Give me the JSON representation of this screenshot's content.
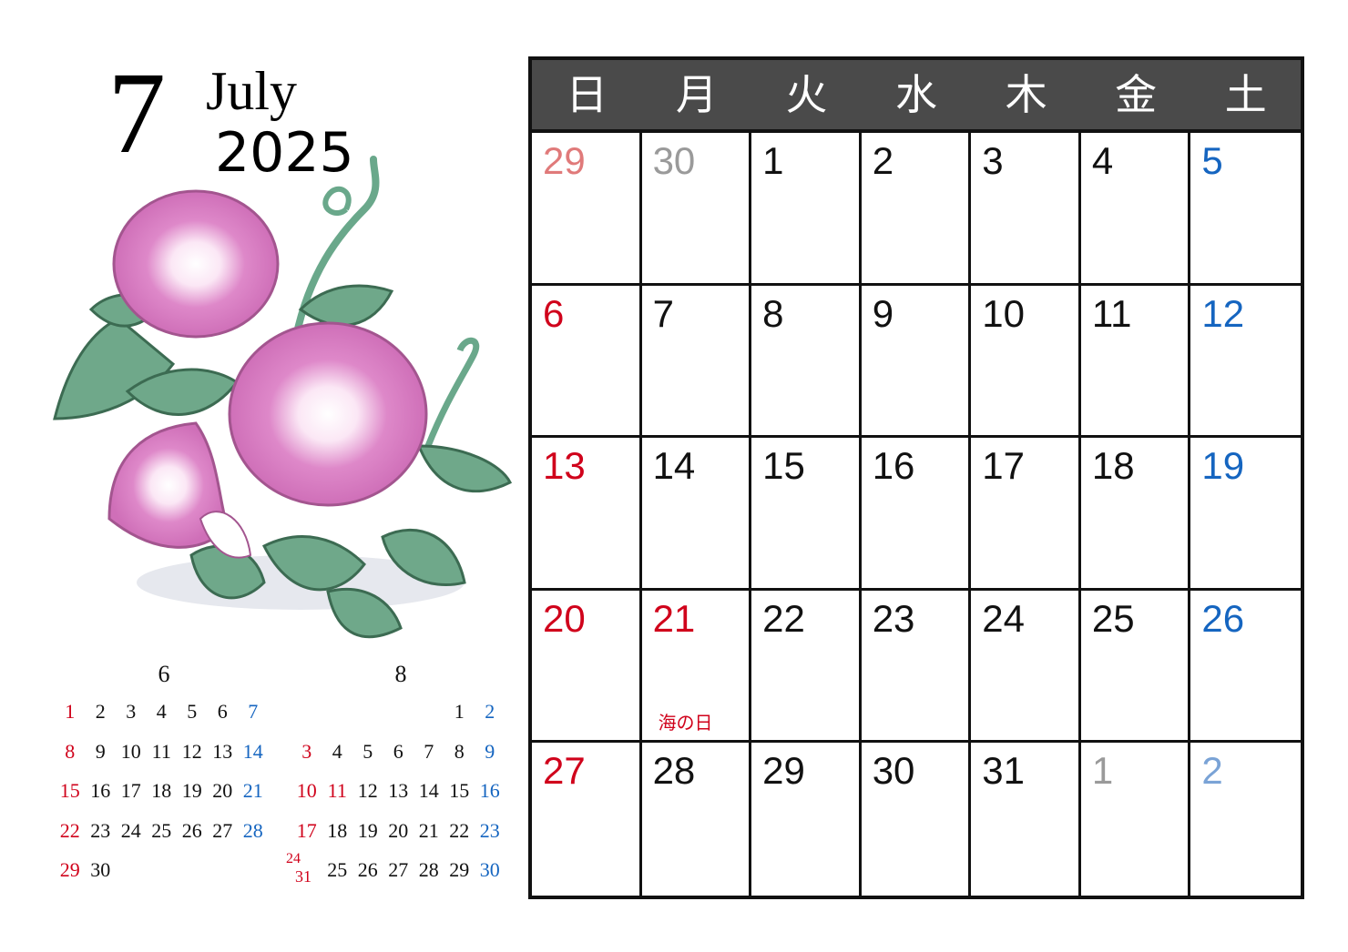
{
  "header": {
    "month_number": "7",
    "month_name": "July",
    "year": "2025"
  },
  "weekdays": [
    "日",
    "月",
    "火",
    "水",
    "木",
    "金",
    "土"
  ],
  "weeks": [
    [
      {
        "d": "29",
        "t": "prev-sun"
      },
      {
        "d": "30",
        "t": "other"
      },
      {
        "d": "1",
        "t": ""
      },
      {
        "d": "2",
        "t": ""
      },
      {
        "d": "3",
        "t": ""
      },
      {
        "d": "4",
        "t": ""
      },
      {
        "d": "5",
        "t": "sat"
      }
    ],
    [
      {
        "d": "6",
        "t": "sun"
      },
      {
        "d": "7",
        "t": ""
      },
      {
        "d": "8",
        "t": ""
      },
      {
        "d": "9",
        "t": ""
      },
      {
        "d": "10",
        "t": ""
      },
      {
        "d": "11",
        "t": ""
      },
      {
        "d": "12",
        "t": "sat"
      }
    ],
    [
      {
        "d": "13",
        "t": "sun"
      },
      {
        "d": "14",
        "t": ""
      },
      {
        "d": "15",
        "t": ""
      },
      {
        "d": "16",
        "t": ""
      },
      {
        "d": "17",
        "t": ""
      },
      {
        "d": "18",
        "t": ""
      },
      {
        "d": "19",
        "t": "sat"
      }
    ],
    [
      {
        "d": "20",
        "t": "sun"
      },
      {
        "d": "21",
        "t": "hol",
        "holiday": "海の日"
      },
      {
        "d": "22",
        "t": ""
      },
      {
        "d": "23",
        "t": ""
      },
      {
        "d": "24",
        "t": ""
      },
      {
        "d": "25",
        "t": ""
      },
      {
        "d": "26",
        "t": "sat"
      }
    ],
    [
      {
        "d": "27",
        "t": "sun"
      },
      {
        "d": "28",
        "t": ""
      },
      {
        "d": "29",
        "t": ""
      },
      {
        "d": "30",
        "t": ""
      },
      {
        "d": "31",
        "t": ""
      },
      {
        "d": "1",
        "t": "other"
      },
      {
        "d": "2",
        "t": "next-sat"
      }
    ]
  ],
  "mini_june": {
    "title": "6",
    "cells": [
      {
        "d": "1",
        "t": "sun"
      },
      {
        "d": "2",
        "t": ""
      },
      {
        "d": "3",
        "t": ""
      },
      {
        "d": "4",
        "t": ""
      },
      {
        "d": "5",
        "t": ""
      },
      {
        "d": "6",
        "t": ""
      },
      {
        "d": "7",
        "t": "sat"
      },
      {
        "d": "8",
        "t": "sun"
      },
      {
        "d": "9",
        "t": ""
      },
      {
        "d": "10",
        "t": ""
      },
      {
        "d": "11",
        "t": ""
      },
      {
        "d": "12",
        "t": ""
      },
      {
        "d": "13",
        "t": ""
      },
      {
        "d": "14",
        "t": "sat"
      },
      {
        "d": "15",
        "t": "sun"
      },
      {
        "d": "16",
        "t": ""
      },
      {
        "d": "17",
        "t": ""
      },
      {
        "d": "18",
        "t": ""
      },
      {
        "d": "19",
        "t": ""
      },
      {
        "d": "20",
        "t": ""
      },
      {
        "d": "21",
        "t": "sat"
      },
      {
        "d": "22",
        "t": "sun"
      },
      {
        "d": "23",
        "t": ""
      },
      {
        "d": "24",
        "t": ""
      },
      {
        "d": "25",
        "t": ""
      },
      {
        "d": "26",
        "t": ""
      },
      {
        "d": "27",
        "t": ""
      },
      {
        "d": "28",
        "t": "sat"
      },
      {
        "d": "29",
        "t": "sun"
      },
      {
        "d": "30",
        "t": ""
      },
      {
        "d": "",
        "t": ""
      },
      {
        "d": "",
        "t": ""
      },
      {
        "d": "",
        "t": ""
      },
      {
        "d": "",
        "t": ""
      },
      {
        "d": "",
        "t": ""
      }
    ]
  },
  "mini_august": {
    "title": "8",
    "cells": [
      {
        "d": "",
        "t": ""
      },
      {
        "d": "",
        "t": ""
      },
      {
        "d": "",
        "t": ""
      },
      {
        "d": "",
        "t": ""
      },
      {
        "d": "",
        "t": ""
      },
      {
        "d": "1",
        "t": ""
      },
      {
        "d": "2",
        "t": "sat"
      },
      {
        "d": "3",
        "t": "sun"
      },
      {
        "d": "4",
        "t": ""
      },
      {
        "d": "5",
        "t": ""
      },
      {
        "d": "6",
        "t": ""
      },
      {
        "d": "7",
        "t": ""
      },
      {
        "d": "8",
        "t": ""
      },
      {
        "d": "9",
        "t": "sat"
      },
      {
        "d": "10",
        "t": "sun"
      },
      {
        "d": "11",
        "t": "hol"
      },
      {
        "d": "12",
        "t": ""
      },
      {
        "d": "13",
        "t": ""
      },
      {
        "d": "14",
        "t": ""
      },
      {
        "d": "15",
        "t": ""
      },
      {
        "d": "16",
        "t": "sat"
      },
      {
        "d": "17",
        "t": "sun"
      },
      {
        "d": "18",
        "t": ""
      },
      {
        "d": "19",
        "t": ""
      },
      {
        "d": "20",
        "t": ""
      },
      {
        "d": "21",
        "t": ""
      },
      {
        "d": "22",
        "t": ""
      },
      {
        "d": "23",
        "t": "sat"
      },
      {
        "d": "31",
        "t": "dual",
        "a": "24"
      },
      {
        "d": "25",
        "t": ""
      },
      {
        "d": "26",
        "t": ""
      },
      {
        "d": "27",
        "t": ""
      },
      {
        "d": "28",
        "t": ""
      },
      {
        "d": "29",
        "t": ""
      },
      {
        "d": "30",
        "t": "sat"
      }
    ]
  },
  "colors": {
    "header_bg": "#4a4a4a",
    "sunday": "#d0021b",
    "saturday": "#1565c0",
    "flower_pink": "#d97cc3",
    "leaf_green": "#6fa88a"
  },
  "illustration": {
    "subject": "morning-glory-icon"
  }
}
